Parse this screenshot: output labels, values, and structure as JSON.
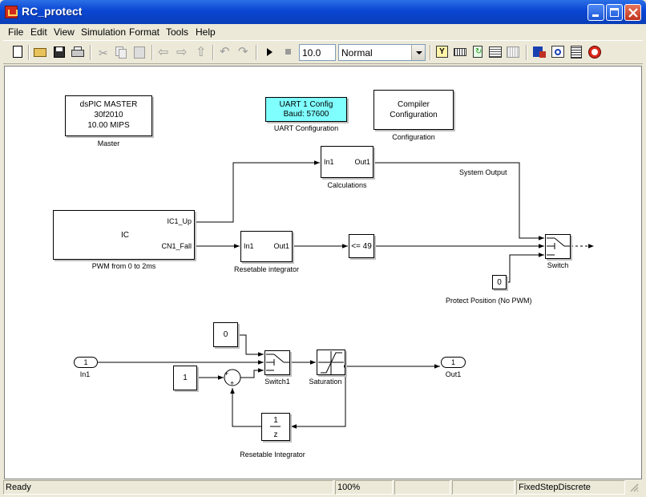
{
  "window": {
    "title": "RC_protect"
  },
  "menus": [
    "File",
    "Edit",
    "View",
    "Simulation",
    "Format",
    "Tools",
    "Help"
  ],
  "toolbar": {
    "icons": [
      "new-icon",
      "open-icon",
      "save-icon",
      "print-icon",
      "cut-icon",
      "copy-icon",
      "paste-icon",
      "back-icon",
      "forward-icon",
      "up-icon",
      "undo-icon",
      "redo-icon",
      "start-icon",
      "stop-icon",
      "build-icon",
      "library-icon",
      "refresh-icon",
      "update-icon",
      "toggle-icon",
      "model-explorer-icon",
      "debugger-icon",
      "reports-icon",
      "help-icon"
    ],
    "stop_time": "10.0",
    "sim_mode": "Normal"
  },
  "blocks": {
    "master": {
      "lines": [
        "dsPIC MASTER",
        "30f2010",
        "10.00 MIPS"
      ],
      "label": "Master"
    },
    "uart": {
      "lines": [
        "UART 1 Config",
        "Baud: 57600"
      ],
      "label": "UART Configuration",
      "color": "#80ffff"
    },
    "compiler": {
      "lines": [
        "Compiler",
        "Configuration"
      ],
      "label": "Configuration"
    },
    "calculations": {
      "in": "In1",
      "out": "Out1",
      "label": "Calculations"
    },
    "ic": {
      "text": "IC",
      "out1": "IC1_Up",
      "out2": "CN1_Fall",
      "label": "PWM from 0 to 2ms"
    },
    "resetable_integrator": {
      "in": "In1",
      "out": "Out1",
      "label": "Resetable integrator"
    },
    "compare": {
      "text": "<= 49"
    },
    "switch": {
      "label": "Switch"
    },
    "const_zero": {
      "value": "0",
      "label": "Protect Position (No PWM)"
    },
    "system_output": {
      "label": "System Output"
    },
    "in1": {
      "num": "1",
      "label": "In1"
    },
    "const0": {
      "value": "0"
    },
    "const1": {
      "value": "1"
    },
    "sum": {
      "signs": [
        "+",
        "+"
      ]
    },
    "switch1": {
      "label": "Switch1"
    },
    "saturation": {
      "label": "Saturation"
    },
    "out1": {
      "num": "1",
      "label": "Out1"
    },
    "delay": {
      "num": "1",
      "den": "z"
    },
    "subsystem_label": "Resetable Integrator"
  },
  "status": {
    "state": "Ready",
    "zoom": "100%",
    "solver": "FixedStepDiscrete"
  },
  "colors": {
    "title_bar": "#0a46d4",
    "uart_block": "#80ffff",
    "canvas": "#ffffff"
  }
}
